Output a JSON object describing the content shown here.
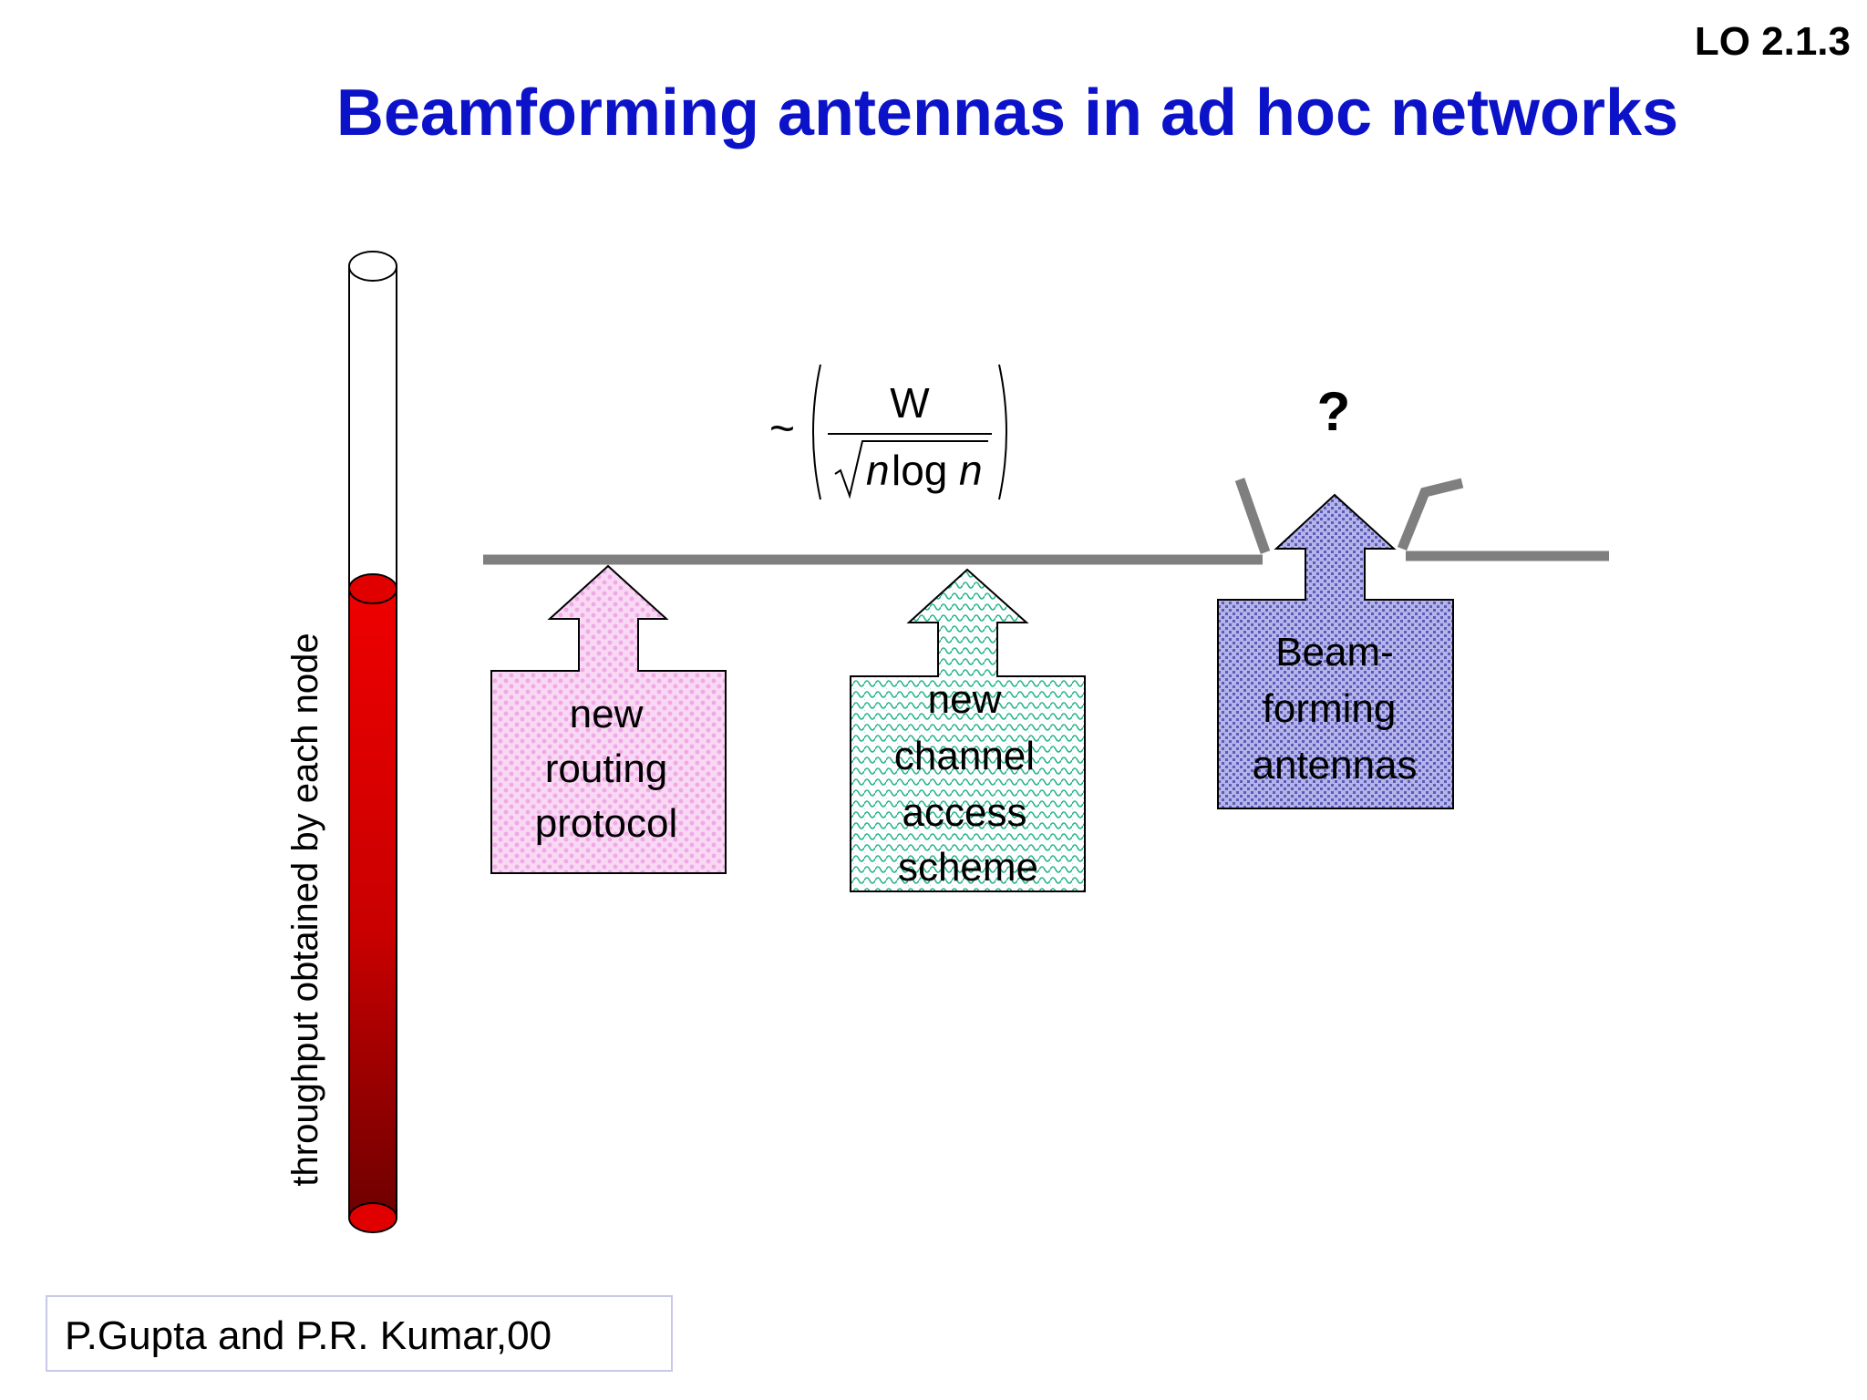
{
  "slide": {
    "code": "LO  2.1.3",
    "title": "Beamforming antennas in ad hoc networks",
    "citation": "P.Gupta and P.R. Kumar,00"
  },
  "thermometer": {
    "label": "throughput obtained by each node"
  },
  "formula": {
    "tilde": "~",
    "numerator": "W",
    "denominator_n1": "n",
    "denominator_log": "log",
    "denominator_n2": "n"
  },
  "question_mark": "?",
  "arrows": {
    "routing": {
      "line1": "new",
      "line2": "routing",
      "line3": "protocol"
    },
    "channel": {
      "line1": "new",
      "line2": "channel",
      "line3": "access",
      "line4": "scheme"
    },
    "beam": {
      "line1": "Beam-",
      "line2": "forming",
      "line3": "antennas"
    }
  },
  "colors": {
    "title": "#0b12c8",
    "bar": "#7f7f7f",
    "mercury": "#e00000",
    "routing_fill": "#f6c4f0",
    "channel_fill": "#b8eee0",
    "beam_fill": "#a9a9e0"
  }
}
